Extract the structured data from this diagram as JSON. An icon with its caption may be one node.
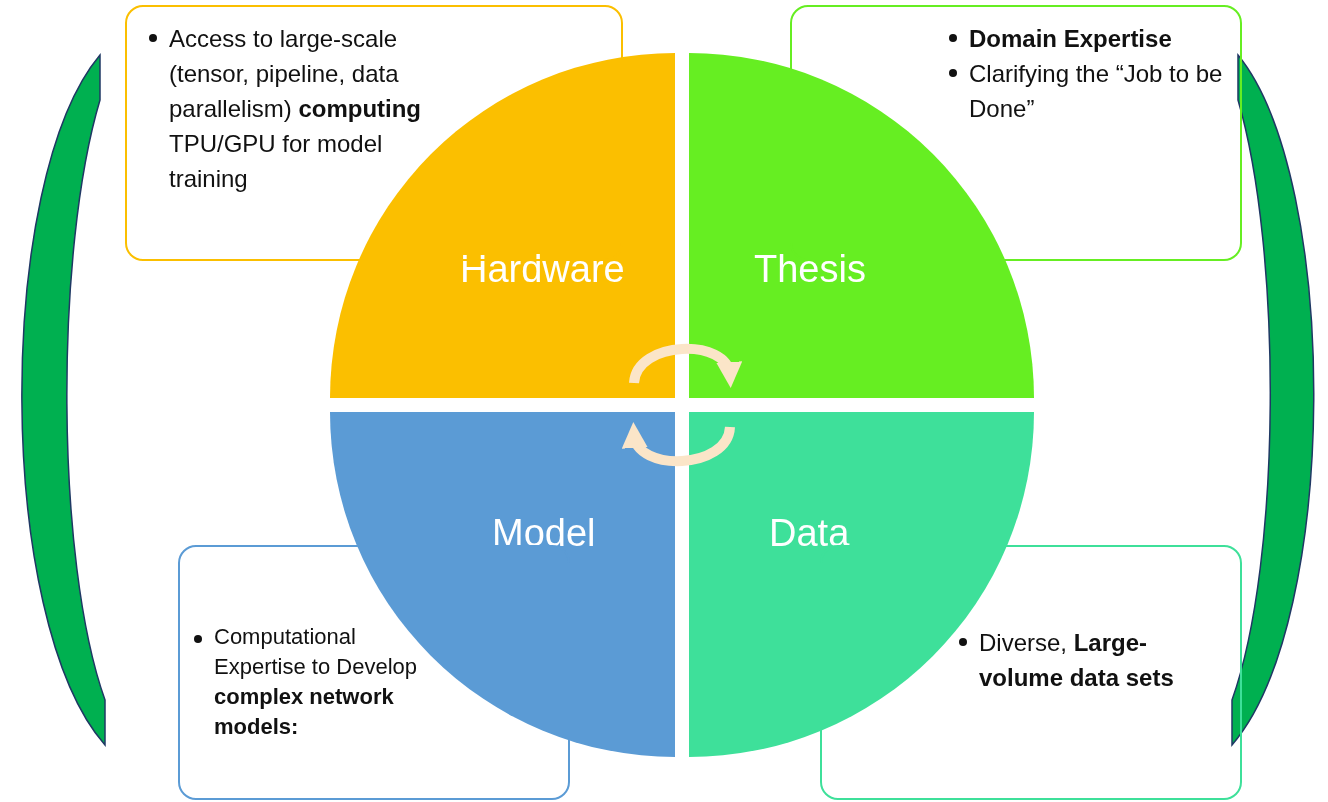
{
  "diagram": {
    "nodes": [
      {
        "text": [
          "Access to large-scale (tensor, pipeline, data parallelism) **computing** TPU/GPU for model training"
        ]
      },
      {
        "text": [
          "**Domain Expertise**",
          "Clarifying the “Job to be Done”"
        ]
      },
      {
        "text": [
          "Hardware"
        ]
      },
      {
        "text": [
          "Thesis"
        ]
      },
      {
        "text": [
          "Model"
        ]
      },
      {
        "text": [
          "Data"
        ]
      },
      {
        "text": [
          "Computational Expertise to Develop **complex network models:**"
        ]
      },
      {
        "text": [
          "Diverse, **Large-volume data sets**"
        ]
      }
    ],
    "edges": [
      {
        "from": 2,
        "to": 3,
        "arrow": "to"
      },
      {
        "from": 5,
        "to": 4,
        "arrow": "to"
      }
    ]
  }
}
